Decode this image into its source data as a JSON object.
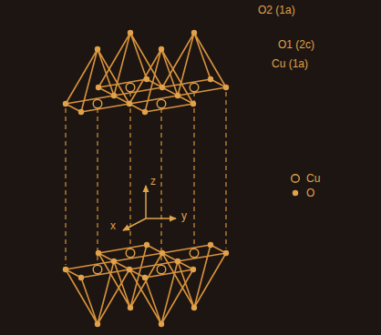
{
  "diagram": {
    "labels": [
      "O2 (1a)",
      "O1 (2c)",
      "Cu (1a)",
      "z",
      "x",
      "y"
    ],
    "legend": [
      {
        "text": "Cu"
      },
      {
        "text": "O"
      }
    ]
  }
}
